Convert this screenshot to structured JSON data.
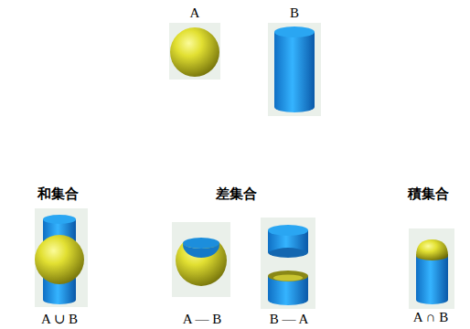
{
  "diagram": {
    "labels": [
      "A",
      "B",
      "和集合",
      "差集合",
      "積集合",
      "A ∪ B",
      "A — B",
      "B — A",
      "A ∩ B"
    ]
  }
}
